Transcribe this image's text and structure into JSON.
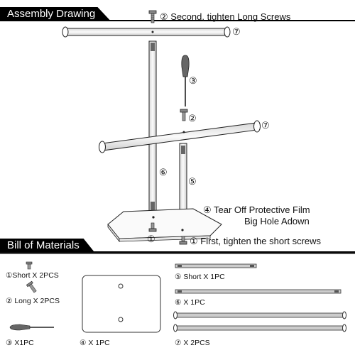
{
  "assembly": {
    "title": "Assembly Drawing",
    "step_second": "② Second, tighten Long Screws",
    "step_first": "① First, tighten the short screws",
    "tear_line1": "④ Tear Off Protective Film",
    "tear_line2": "Big Hole Adown",
    "callouts": {
      "c7a": "⑦",
      "c7b": "⑦",
      "c3": "③",
      "c2": "②",
      "c6": "⑥",
      "c5": "⑤",
      "c1": "①"
    }
  },
  "bom": {
    "title": "Bill of Materials",
    "items": {
      "short_screw": "①Short X 2PCS",
      "long_screw": "② Long X 2PCS",
      "screwdriver": "③ X1PC",
      "base": "④ X 1PC",
      "short_rod": "⑤ Short X 1PC",
      "long_rod": "⑥ X 1PC",
      "bars": "⑦ X 2PCS"
    }
  }
}
